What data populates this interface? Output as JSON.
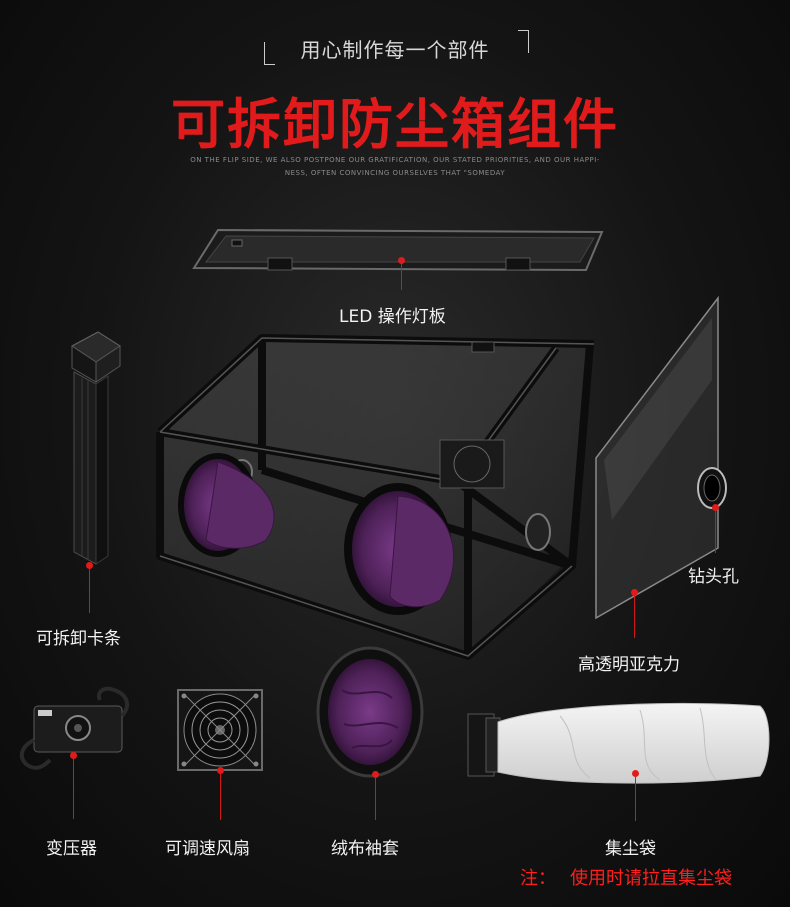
{
  "header": {
    "tagline": "用心制作每一个部件",
    "title": "可拆卸防尘箱组件",
    "subtext_line1": "ON THE FLIP SIDE, WE ALSO POSTPONE OUR GRATIFICATION, OUR STATED PRIORITIES, AND OUR HAPPI-",
    "subtext_line2": "NESS, OFTEN CONVINCING OURSELVES THAT \"SOMEDAY"
  },
  "parts": {
    "led_panel": "LED 操作灯板",
    "drill_hole": "钻头孔",
    "rail": "可拆卸卡条",
    "acrylic": "高透明亚克力",
    "transformer": "变压器",
    "fan": "可调速风扇",
    "sleeve": "绒布袖套",
    "dust_bag": "集尘袋"
  },
  "note": {
    "prefix": "注：",
    "text": "使用时请拉直集尘袋"
  },
  "colors": {
    "accent": "#e11b1b",
    "background": "#141414",
    "sleeve_fabric": "#5b2a66"
  }
}
